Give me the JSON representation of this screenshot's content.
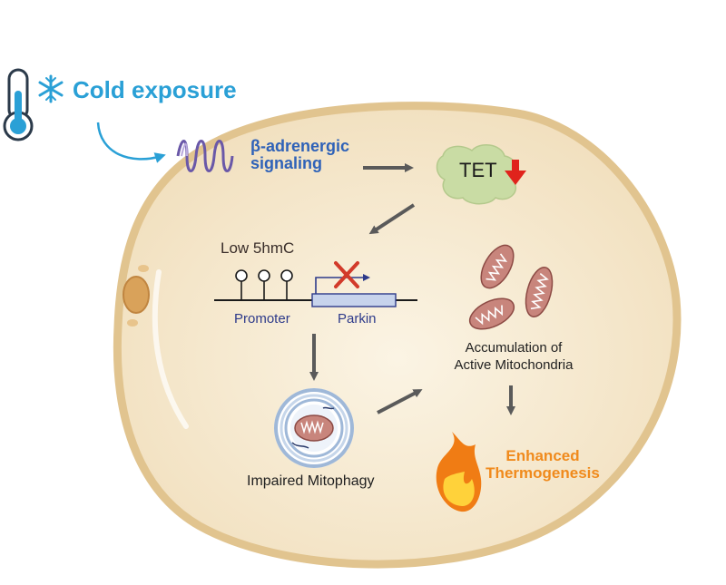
{
  "cold": {
    "label": "Cold exposure"
  },
  "signaling": {
    "line1": "β-adrenergic",
    "line2": "signaling"
  },
  "tet": {
    "label": "TET"
  },
  "gene": {
    "mark_label": "Low 5hmC",
    "promoter_label": "Promoter",
    "gene_label": "Parkin"
  },
  "mitochondria": {
    "line1": "Accumulation of",
    "line2": "Active Mitochondria"
  },
  "mitophagy": {
    "label": "Impaired Mitophagy"
  },
  "outcome": {
    "line1": "Enhanced",
    "line2": "Thermogenesis"
  },
  "colors": {
    "cell_fill": "#f5e8cf",
    "cell_border": "#e0c18e",
    "cold_text": "#2aa0d6",
    "signaling_text": "#2f62b8",
    "tet_blob": "#c9dca4",
    "down_arrow": "#e0231c",
    "mito_fill": "#c8857c",
    "flame_outer": "#f07c14",
    "flame_inner": "#ffd23a",
    "outcome_text": "#f08a1c"
  }
}
